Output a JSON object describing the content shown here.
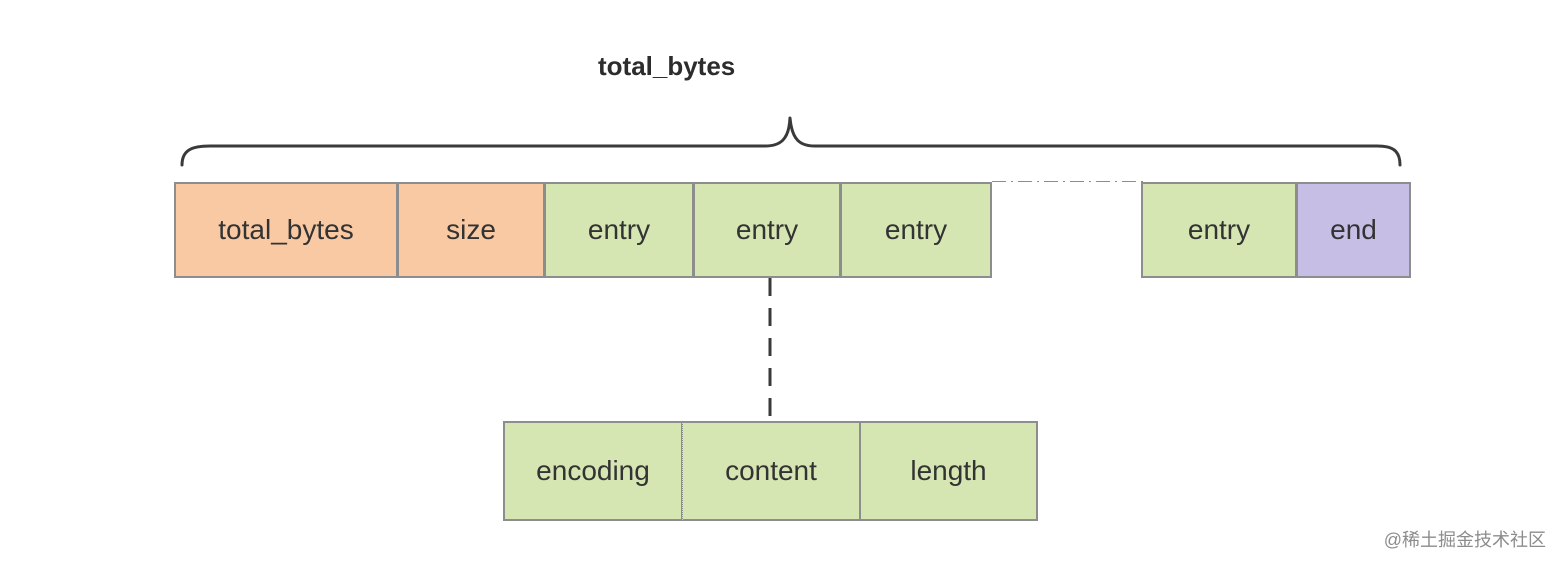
{
  "diagram": {
    "title": "total_bytes",
    "segments": [
      {
        "label": "total_bytes",
        "kind": "header"
      },
      {
        "label": "size",
        "kind": "header"
      },
      {
        "label": "entry",
        "kind": "entry"
      },
      {
        "label": "entry",
        "kind": "entry"
      },
      {
        "label": "entry",
        "kind": "entry"
      },
      {
        "label": "",
        "kind": "gap"
      },
      {
        "label": "entry",
        "kind": "entry"
      },
      {
        "label": "end",
        "kind": "end"
      }
    ],
    "entry_detail": [
      {
        "label": "encoding"
      },
      {
        "label": "content"
      },
      {
        "label": "length"
      }
    ]
  },
  "watermark": {
    "text": "@稀土掘金技术社区"
  },
  "colors": {
    "header": "#f8c9a3",
    "entry": "#d6e6b3",
    "end": "#c7bee6",
    "border": "#8d8d8d",
    "text": "#333333"
  }
}
